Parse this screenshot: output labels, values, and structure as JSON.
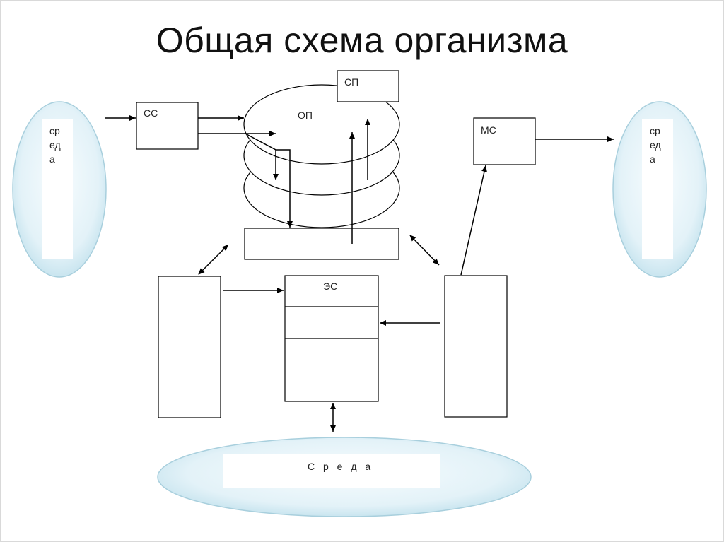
{
  "title": "Общая схема организма",
  "left_env": {
    "lines": [
      "ср",
      "ед",
      "а"
    ]
  },
  "right_env": {
    "lines": [
      "ср",
      "ед",
      "а"
    ]
  },
  "bottom_env": {
    "label": "С р е д а"
  },
  "boxes": {
    "ss": "СС",
    "sp": "СП",
    "op": "ОП",
    "ms": "МС",
    "es": "ЭС"
  },
  "colors": {
    "env_fill_light": "#f4fbfd",
    "env_fill_dark": "#c5e4ef",
    "env_stroke": "#9fc9d8",
    "line": "#000000"
  }
}
